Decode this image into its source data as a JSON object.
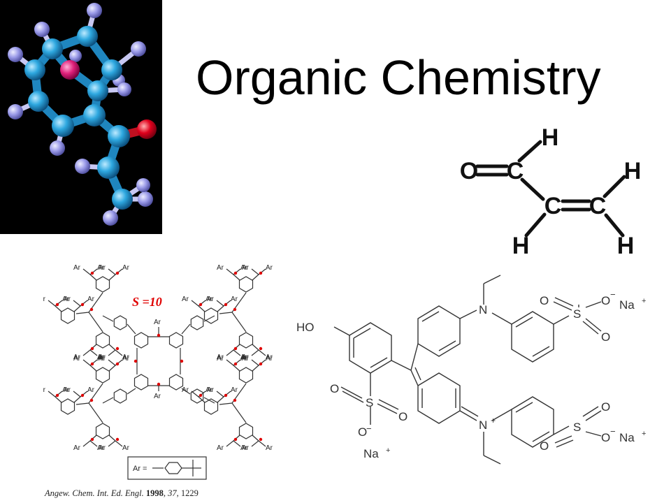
{
  "slide": {
    "title": "Organic Chemistry"
  },
  "acrolein": {
    "atom_O": "O",
    "atom_C1": "C",
    "atom_C2": "C",
    "atom_C3": "C",
    "atom_H1": "H",
    "atom_H2": "H",
    "atom_H3": "H",
    "atom_H4": "H"
  },
  "dendrimer": {
    "aryl_label": "Ar",
    "spin_label": "S =10",
    "legend_label": "Ar =",
    "citation_journal": "Angew. Chem. Int. Ed. Engl. ",
    "citation_year": "1998",
    "citation_volume": ", 37,",
    "citation_page": " 1229",
    "radical_color": "#e00000"
  },
  "dye": {
    "ho_label": "HO",
    "n_top": "N",
    "n_plus": "N",
    "plus_sign": "+",
    "s_label": "S",
    "o_label": "O",
    "o_minus": "O",
    "minus": "−",
    "na_label": "Na",
    "na_plus": "+"
  },
  "colors": {
    "carbon": "#2ea8e0",
    "hydrogen": "#9a9ae8",
    "oxygen": "#e0001c",
    "nitrogen": "#e0207a"
  }
}
